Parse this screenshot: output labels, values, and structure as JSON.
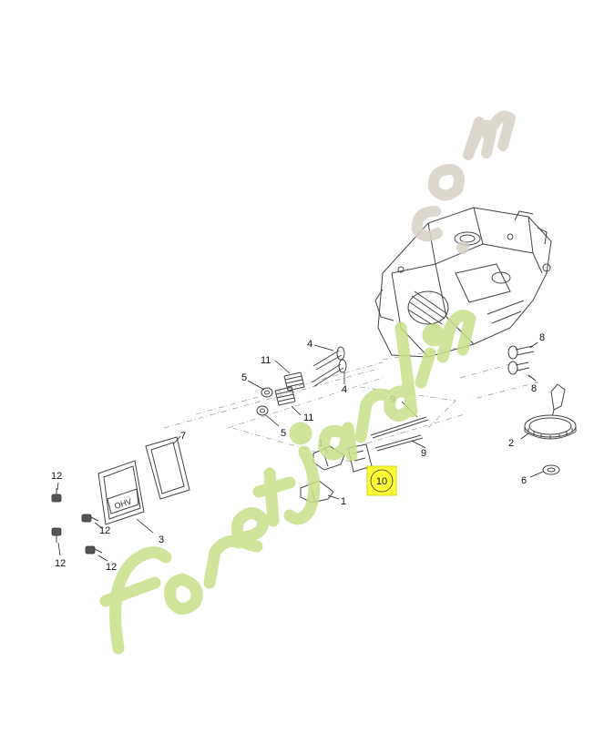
{
  "diagram": {
    "callouts": [
      {
        "id": "c1a",
        "text": "1"
      },
      {
        "id": "c1b",
        "text": "1"
      },
      {
        "id": "c2",
        "text": "2"
      },
      {
        "id": "c3",
        "text": "3"
      },
      {
        "id": "c4a",
        "text": "4"
      },
      {
        "id": "c4b",
        "text": "4"
      },
      {
        "id": "c5a",
        "text": "5"
      },
      {
        "id": "c5b",
        "text": "5"
      },
      {
        "id": "c6",
        "text": "6"
      },
      {
        "id": "c7",
        "text": "7"
      },
      {
        "id": "c8a",
        "text": "8"
      },
      {
        "id": "c8b",
        "text": "8"
      },
      {
        "id": "c9a",
        "text": "9"
      },
      {
        "id": "c9b",
        "text": "9"
      },
      {
        "id": "c10",
        "text": "10"
      },
      {
        "id": "c11a",
        "text": "11"
      },
      {
        "id": "c11b",
        "text": "11"
      },
      {
        "id": "c12a",
        "text": "12"
      },
      {
        "id": "c12b",
        "text": "12"
      },
      {
        "id": "c12c",
        "text": "12"
      },
      {
        "id": "c12d",
        "text": "12"
      }
    ],
    "cover_embossing": "OHV",
    "highlight": {
      "part": "10",
      "color": "#ffff33"
    }
  },
  "watermark": {
    "text": "foretjardin.com",
    "colors": {
      "main": "#c9e08a",
      "dotcom": "#d8d2c6"
    }
  }
}
